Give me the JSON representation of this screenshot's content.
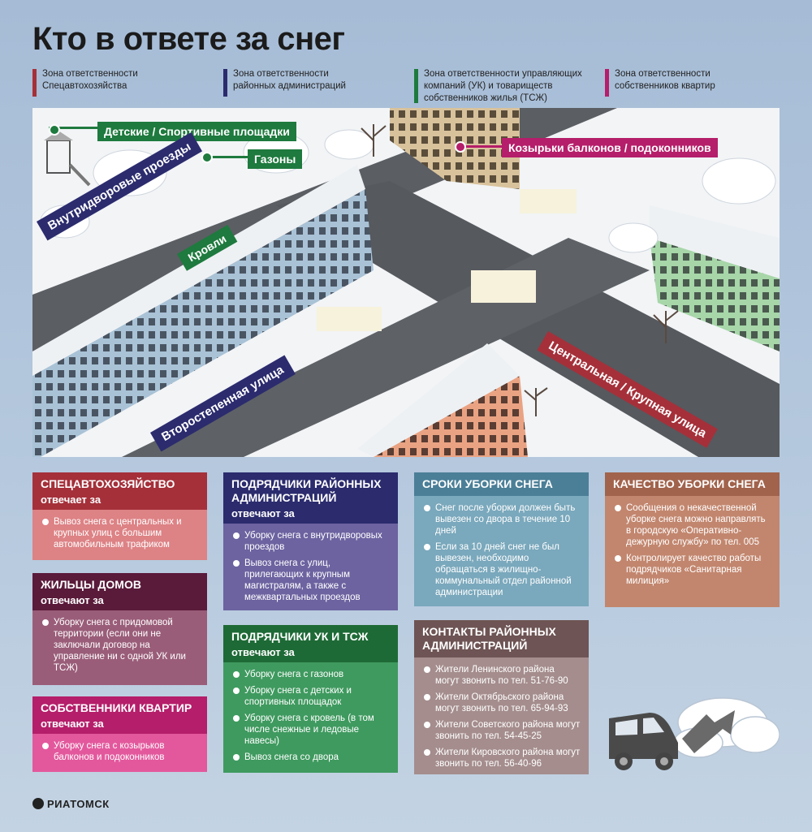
{
  "title": "Кто в ответе за снег",
  "legend": [
    {
      "line1": "Зона ответственности",
      "line2": "Спецавтохозяйства",
      "line3": "",
      "color": "#a5303a"
    },
    {
      "line1": "Зона ответственности",
      "line2": "районных администраций",
      "line3": "",
      "color": "#2b2b6e"
    },
    {
      "line1": "Зона ответственности управляющих",
      "line2": "компаний (УК) и товариществ",
      "line3": "собственников жилья (ТСЖ)",
      "color": "#1e7a3e"
    },
    {
      "line1": "Зона ответственности",
      "line2": "собственников квартир",
      "line3": "",
      "color": "#b51e6a"
    }
  ],
  "scene_labels": {
    "playgrounds": "Детские / Спортивные площадки",
    "lawns": "Газоны",
    "balconies": "Козырьки балконов / подоконников",
    "inner_roads": "Внутридворовые проезды",
    "roofs": "Кровли",
    "secondary_street": "Второстепенная улица",
    "central_street": "Центральная / Крупная улица"
  },
  "panels": {
    "spetsavto": {
      "title": "СПЕЦАВТОХОЗЯЙСТВО",
      "sub": "отвечает за",
      "items": [
        "Вывоз снега с центральных и крупных улиц с большим автомобильным трафиком"
      ]
    },
    "residents": {
      "title": "ЖИЛЬЦЫ ДОМОВ",
      "sub": "отвечают за",
      "items": [
        "Уборку снега с придомовой территории (если они не заключали договор на управление ни с одной УК или ТСЖ)"
      ]
    },
    "owners": {
      "title": "СОБСТВЕННИКИ КВАРТИР",
      "sub": "отвечают за",
      "items": [
        "Уборку снега с козырьков балконов и подоконников"
      ]
    },
    "district": {
      "title": "ПОДРЯДЧИКИ РАЙОННЫХ АДМИНИСТРАЦИЙ",
      "sub": "отвечают за",
      "items": [
        "Уборку снега с внутридворовых проездов",
        "Вывоз снега с улиц, прилегающих к крупным магистралям, а также с межквартальных проездов"
      ]
    },
    "uk": {
      "title": "ПОДРЯДЧИКИ УК И ТСЖ",
      "sub": "отвечают за",
      "items": [
        "Уборку снега с газонов",
        "Уборку снега с детских и спортивных площадок",
        "Уборку снега с кровель (в том числе снежные и ледовые навесы)",
        "Вывоз снега со двора"
      ]
    },
    "deadlines": {
      "title": "СРОКИ УБОРКИ СНЕГА",
      "sub": "",
      "items": [
        "Снег после уборки должен быть вывезен со двора в течение 10 дней",
        "Если за 10 дней снег не был вывезен, необходимо обращаться в жилищно-коммунальный отдел районной администрации"
      ]
    },
    "contacts": {
      "title": "КОНТАКТЫ РАЙОННЫХ АДМИНИСТРАЦИЙ",
      "sub": "",
      "items": [
        "Жители Ленинского района могут звонить по тел. 51-76-90",
        "Жители Октябрьского района могут звонить по тел. 65-94-93",
        "Жители Советского района могут звонить по тел. 54-45-25",
        "Жители Кировского района могут звонить по тел. 56-40-96"
      ]
    },
    "quality": {
      "title": "КАЧЕСТВО УБОРКИ СНЕГА",
      "sub": "",
      "items": [
        "Сообщения о некачественной уборке снега можно направлять в городскую «Оперативно-дежурную службу» по тел. 005",
        "Контролирует качество работы подрядчиков «Санитарная милиция»"
      ]
    }
  },
  "footer": "РИАТОМСК"
}
